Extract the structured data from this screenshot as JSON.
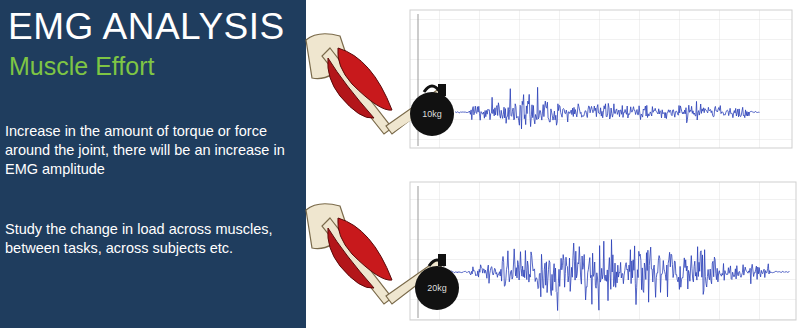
{
  "diagram": {
    "title": "EMG ANALYSIS",
    "nodes": [
      {
        "text": [
          "10kg"
        ]
      },
      {
        "text": [
          "20kg"
        ]
      }
    ],
    "labels": [
      "Muscle Effort",
      "Increase in the amount of torque or force around the joint, there will be an increase in EMG amplitude",
      "Study the change in load across muscles, between tasks, across subjects etc."
    ]
  }
}
